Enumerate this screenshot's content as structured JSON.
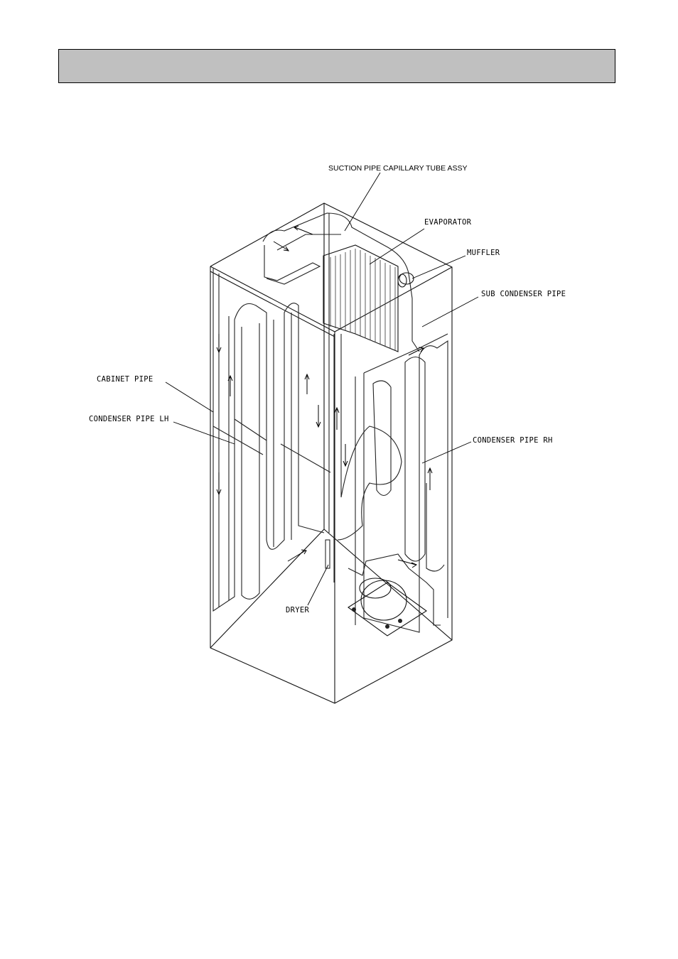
{
  "header": {
    "title": ""
  },
  "labels": {
    "suction": "SUCTION PIPE CAPILLARY TUBE ASSY",
    "evaporator": "EVAPORATOR",
    "muffler": "MUFFLER",
    "sub_condenser": "SUB CONDENSER PIPE",
    "cabinet_pipe": "CABINET PIPE",
    "condenser_lh": "CONDENSER PIPE LH",
    "condenser_rh": "CONDENSER PIPE RH",
    "dryer": "DRYER"
  }
}
